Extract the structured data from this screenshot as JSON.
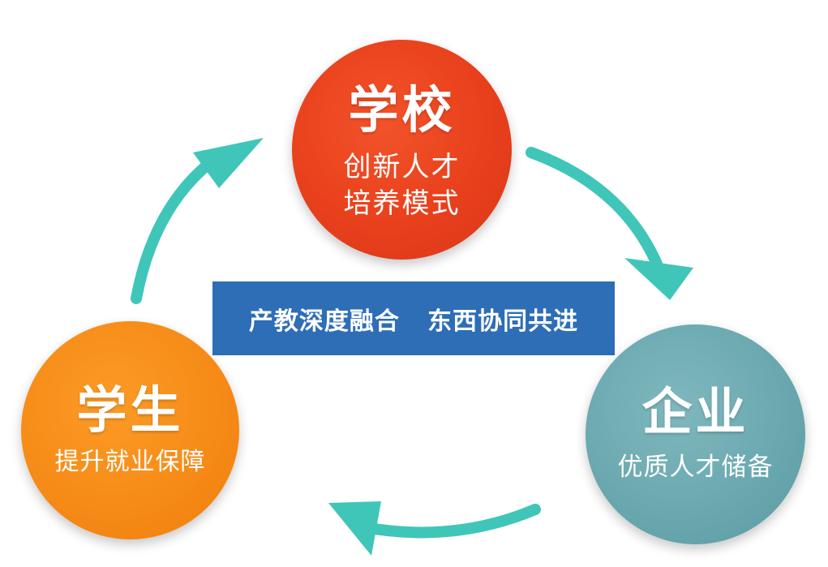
{
  "nodes": {
    "school": {
      "title": "学校",
      "line1": "创新人才",
      "line2": "培养模式",
      "color": "#e8401c"
    },
    "student": {
      "title": "学生",
      "line1": "提升就业保障",
      "color": "#f68a16"
    },
    "enterprise": {
      "title": "企业",
      "line1": "优质人才储备",
      "color": "#69a7ae"
    }
  },
  "center": {
    "text": "产教深度融合   东西协同共进",
    "color": "#2d6eb6"
  },
  "arrow_color": "#3fc6b8"
}
